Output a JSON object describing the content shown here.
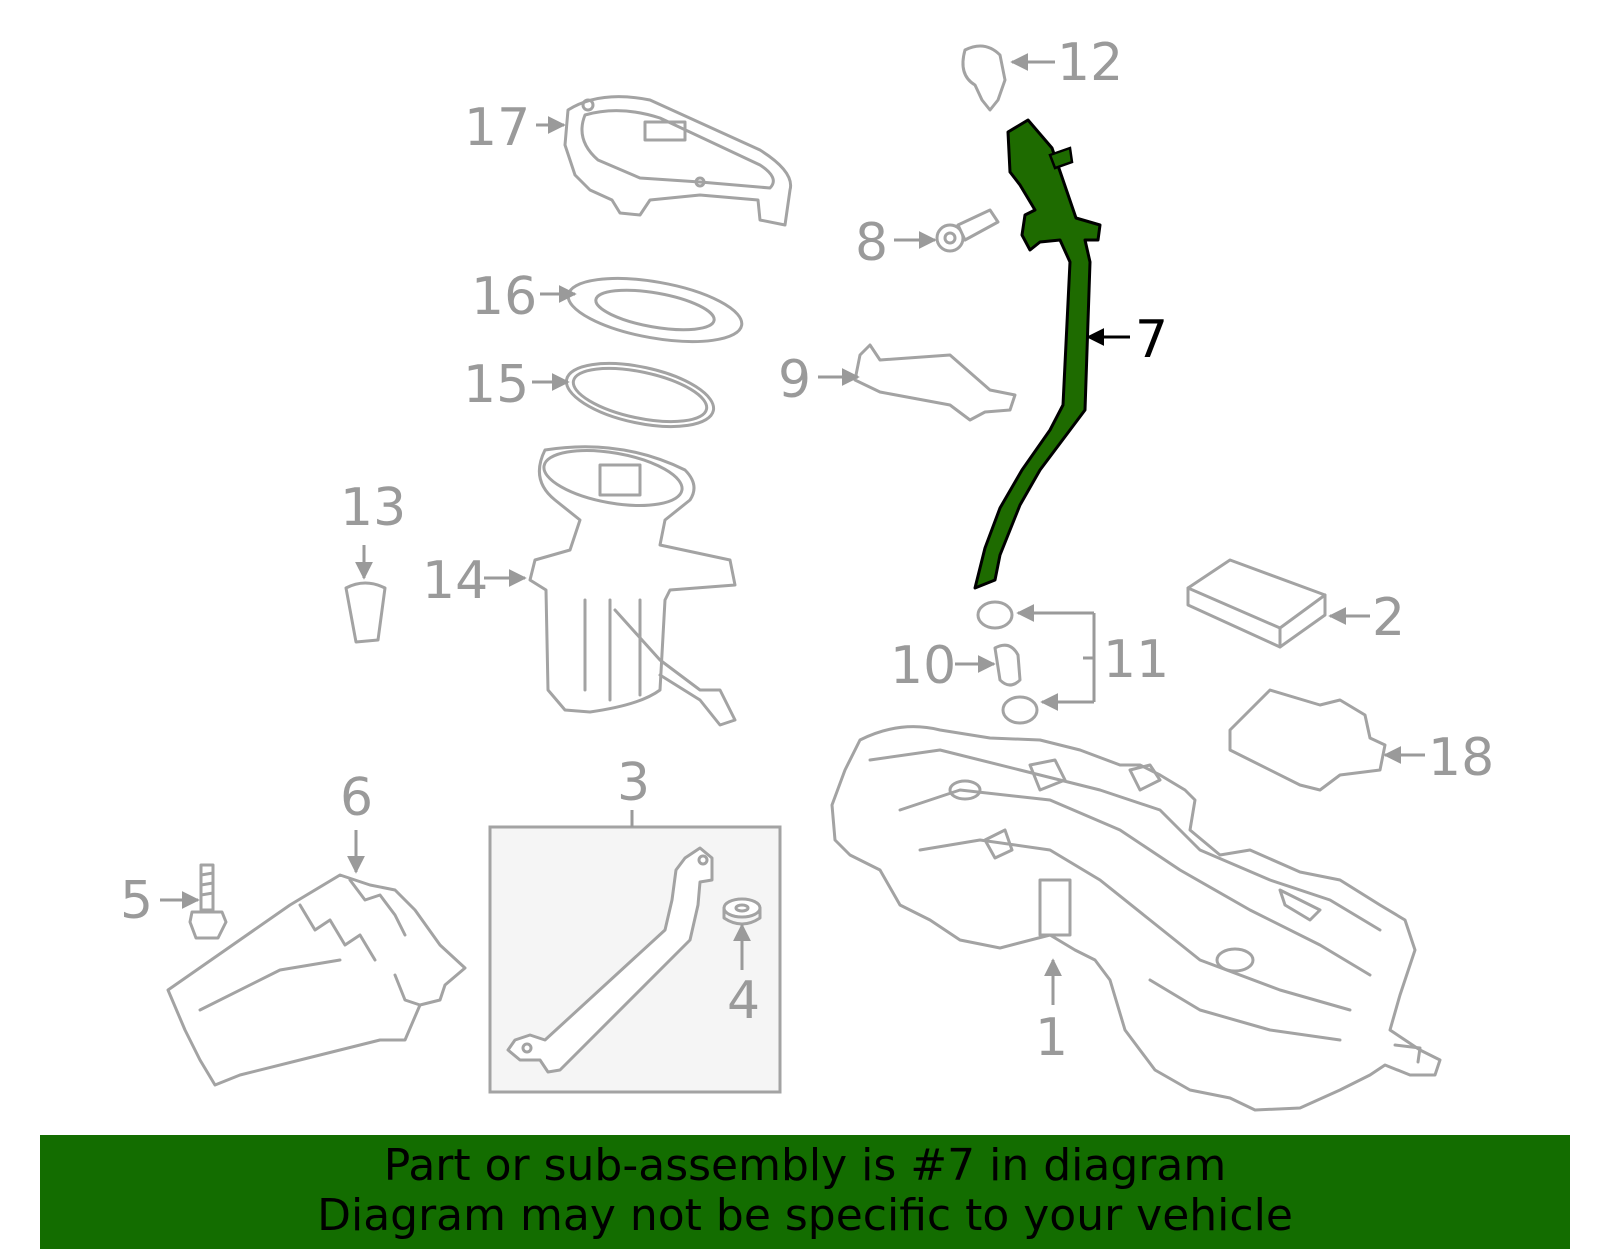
{
  "diagram": {
    "highlighted_part": "7",
    "highlight_color": "#1e6b00",
    "callouts": [
      "1",
      "2",
      "3",
      "4",
      "5",
      "6",
      "7",
      "8",
      "9",
      "10",
      "11",
      "12",
      "13",
      "14",
      "15",
      "16",
      "17",
      "18"
    ]
  },
  "banner": {
    "line1": "Part or sub-assembly is #7 in diagram",
    "line2": "Diagram may not be specific to your vehicle",
    "background": "#136d00"
  }
}
